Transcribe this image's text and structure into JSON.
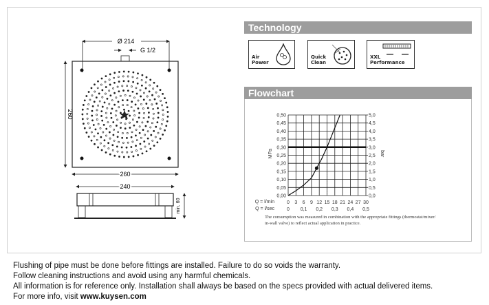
{
  "drawing": {
    "dim_diameter": "Ø 214",
    "dim_thread": "G 1/2",
    "dim_height": "260",
    "dim_width": "260",
    "dim_side_width": "240",
    "dim_side_height": "min. 60"
  },
  "technology": {
    "title": "Technology",
    "icons": [
      {
        "line1": "Air",
        "line2": "Power",
        "icon": "water-drop-bubbles-icon"
      },
      {
        "line1": "Quick",
        "line2": "Clean",
        "icon": "spray-disc-icon"
      },
      {
        "line1": "XXL",
        "line2": "Performance",
        "icon": "wide-shower-icon"
      }
    ]
  },
  "flowchart": {
    "title": "Flowchart",
    "note_line1": "The consumption was measured in combination with the appropriate fittings (thermostat/mixer/",
    "note_line2": "in-wall valve) to reflect actual application in practice."
  },
  "chart_data": {
    "type": "line",
    "title": "Flowchart",
    "xlabel": "Q = l/min",
    "xlabel2": "Q = l/sec",
    "ylabel": "MPa",
    "ylabel_right": "bar",
    "xlim": [
      0,
      30
    ],
    "ylim": [
      0,
      0.5
    ],
    "x_ticks": [
      "0",
      "3",
      "6",
      "9",
      "12",
      "15",
      "18",
      "21",
      "24",
      "27",
      "30"
    ],
    "x2_ticks": [
      "0",
      "0,1",
      "0,2",
      "0,3",
      "0,4",
      "0,5"
    ],
    "y_ticks": [
      "0,00",
      "0,05",
      "0,10",
      "0,15",
      "0,20",
      "0,25",
      "0,30",
      "0,35",
      "0,40",
      "0,45",
      "0,50"
    ],
    "y_right_ticks": [
      "0,0",
      "0,5",
      "1,0",
      "1,5",
      "2,0",
      "2,5",
      "3,0",
      "3,5",
      "4,0",
      "4,5",
      "5,0"
    ],
    "grid": true,
    "reference_pressure": 0.3,
    "reference_flow": 15,
    "marker": {
      "x": 11,
      "y": 0.17
    },
    "series": [
      {
        "name": "flow curve",
        "x": [
          0,
          3,
          6,
          9,
          11,
          13,
          15,
          17,
          19,
          20
        ],
        "y": [
          0,
          0.03,
          0.065,
          0.11,
          0.17,
          0.23,
          0.3,
          0.38,
          0.46,
          0.5
        ]
      }
    ]
  },
  "footer": {
    "line1": "Flushing of pipe must be done before fittings are installed. Failure to do so voids the warranty.",
    "line2": "Follow cleaning instructions and avoid using any harmful chemicals.",
    "line3": "All information is for reference only. Installation shall always be based on the specs provided with actual delivered items.",
    "line4_prefix": "For more info, visit ",
    "link": "www.kuysen.com"
  }
}
